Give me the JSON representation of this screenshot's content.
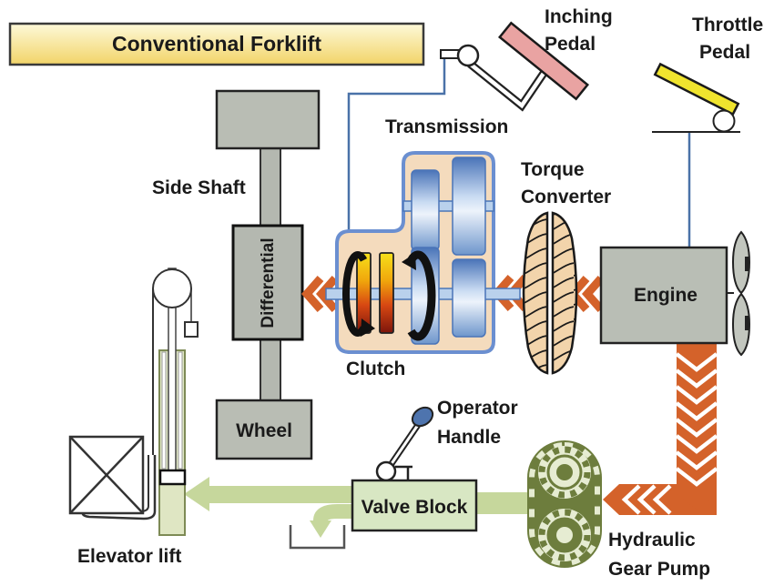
{
  "title": "Conventional Forklift",
  "components": {
    "inching_pedal": {
      "label_line1": "Inching",
      "label_line2": "Pedal"
    },
    "throttle_pedal": {
      "label_line1": "Throttle",
      "label_line2": "Pedal"
    },
    "transmission": {
      "label": "Transmission"
    },
    "torque_converter": {
      "label_line1": "Torque",
      "label_line2": "Converter"
    },
    "engine": {
      "label": "Engine"
    },
    "side_shaft": {
      "label": "Side Shaft"
    },
    "differential": {
      "label": "Differential"
    },
    "clutch": {
      "label": "Clutch"
    },
    "wheel": {
      "label": "Wheel"
    },
    "operator_handle": {
      "label_line1": "Operator",
      "label_line2": "Handle"
    },
    "valve_block": {
      "label": "Valve Block"
    },
    "hydraulic_gear_pump": {
      "label_line1": "Hydraulic",
      "label_line2": "Gear Pump"
    },
    "elevator_lift": {
      "label": "Elevator lift"
    }
  },
  "colors": {
    "mechanical_power_flow": "#d4622a",
    "hydraulic_flow": "#c6d79c",
    "control_linkage_line": "#4a72a8",
    "title_background": "#f7e083",
    "component_gray": "#b9bdb4",
    "transmission_housing": "#f4dbbd",
    "transmission_border": "#6b8fd0",
    "torque_converter_fill": "#f2d4ab",
    "gear_pump_olive": "#6d7d3d",
    "valve_block_fill": "#d8e7c3",
    "inching_pedal_fill": "#e9a3a2",
    "throttle_pedal_fill": "#f0e42e"
  }
}
